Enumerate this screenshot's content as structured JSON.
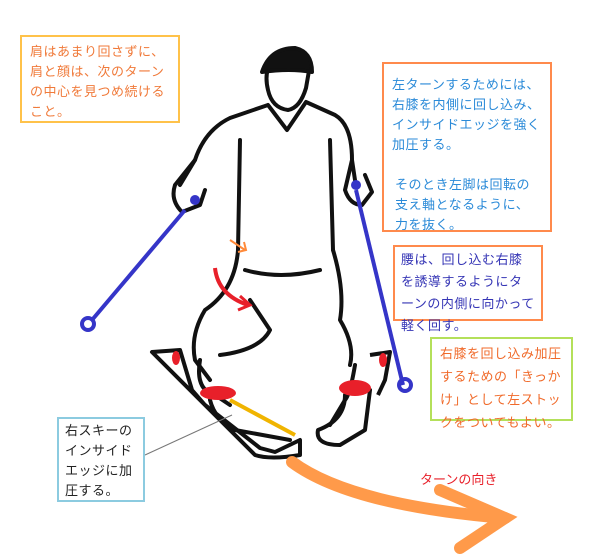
{
  "notes": {
    "shoulders": "肩はあまり回さずに、肩と顔は、次のターンの中心を見つめ続けること。",
    "left_turn": "左ターンするためには、右膝を内側に回し込み、インサイドエッジを強く加圧する。",
    "left_leg": "そのとき左脚は回転の支え軸となるように、力を抜く。",
    "hips": "腰は、回し込む右膝を誘導するようにターンの内側に向かって軽く回す。",
    "pole": "右膝を回し込み加圧するための「きっかけ」として左ストックをついてもよい。",
    "edge": "右スキーのインサイドエッジに加圧する。"
  },
  "turn_direction_label": "ターンの向き",
  "colors": {
    "pole": "#3535c8",
    "accent_red": "#e8202a",
    "arrow": "#ff9a4a",
    "edge": "#f0b400"
  }
}
